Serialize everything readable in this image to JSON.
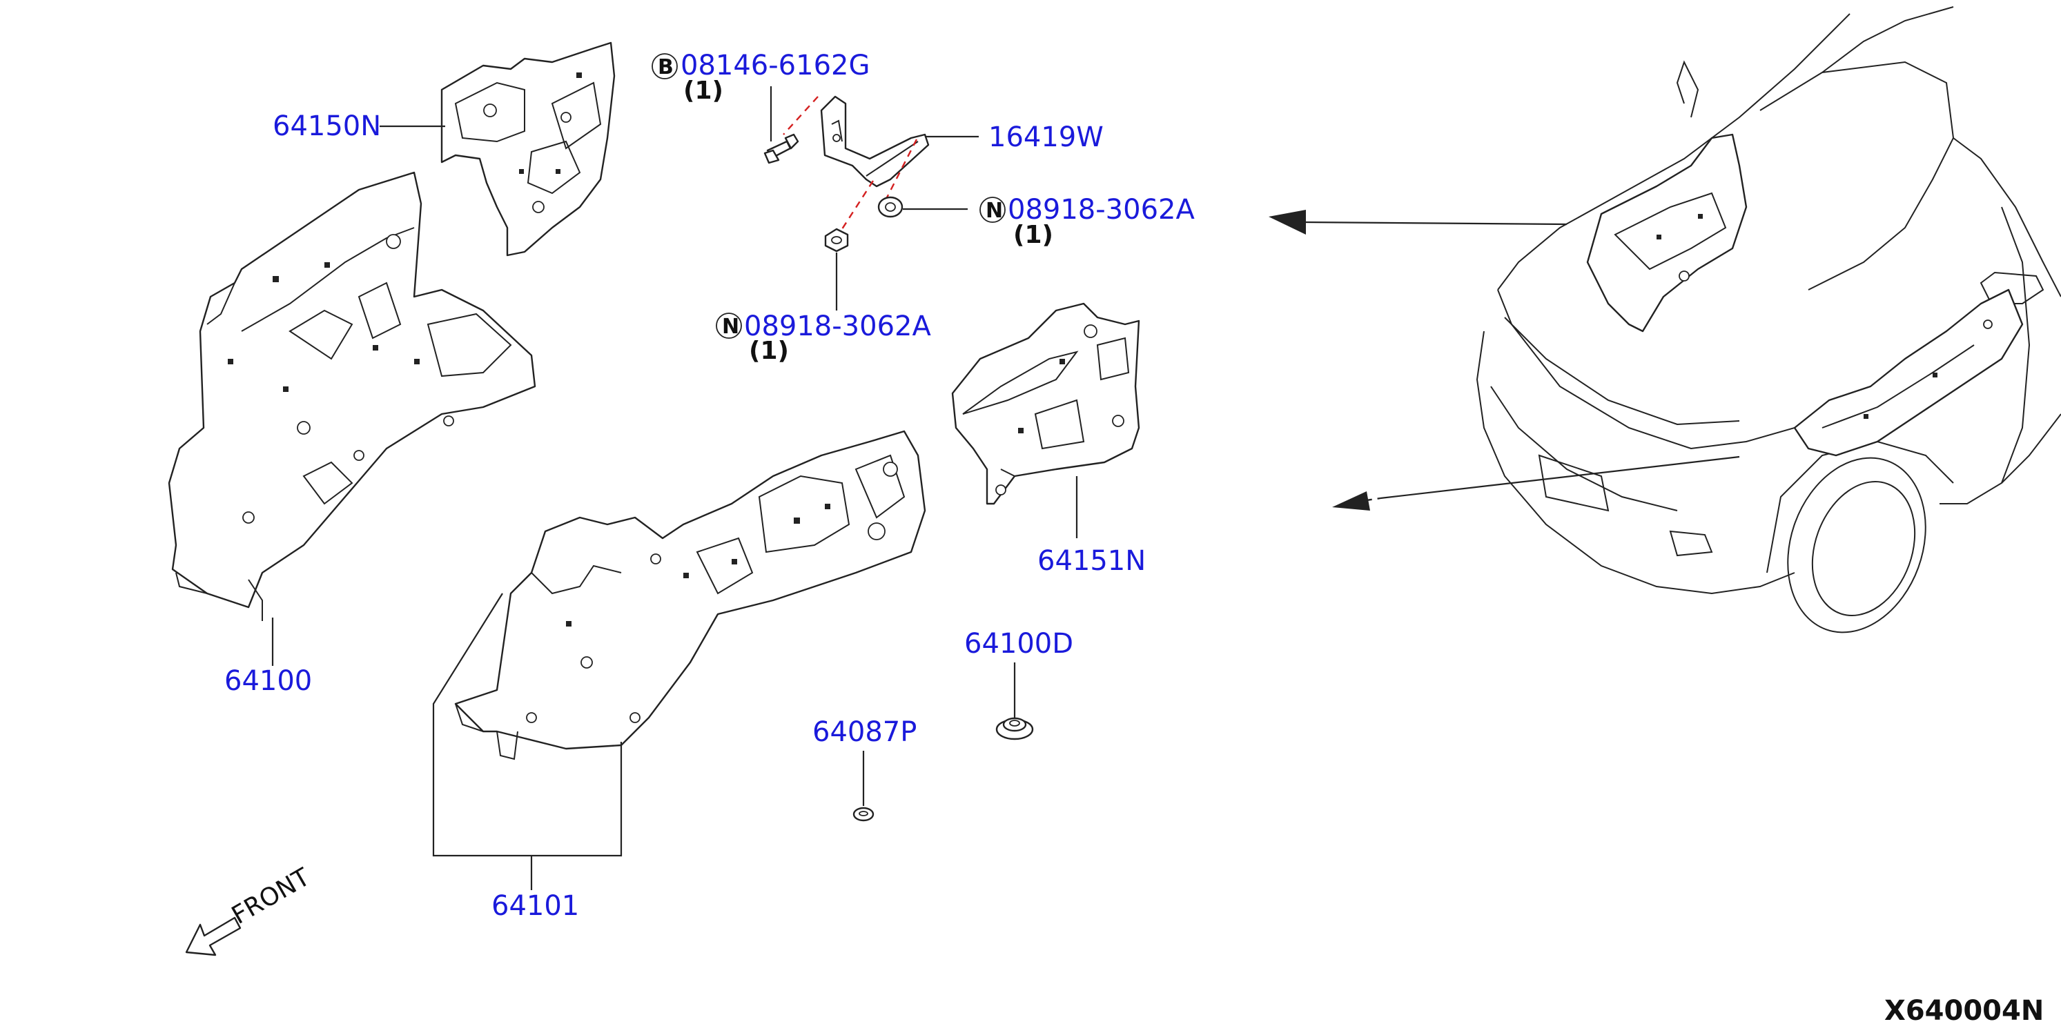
{
  "diagram_code": "X640004N",
  "front_label": "FRONT",
  "colors": {
    "part_label": "#1a1adb",
    "line": "#222222",
    "dashed": "#d42020",
    "background": "#ffffff"
  },
  "callouts": {
    "p64150N": {
      "part": "64150N"
    },
    "p64100": {
      "part": "64100"
    },
    "p64101": {
      "part": "64101"
    },
    "p16419W": {
      "part": "16419W"
    },
    "p64151N": {
      "part": "64151N"
    },
    "p64100D": {
      "part": "64100D"
    },
    "p64087P": {
      "part": "64087P"
    },
    "bolt": {
      "badge": "B",
      "part": "08146-6162G",
      "qty": "(1)"
    },
    "nut_upper": {
      "badge": "N",
      "part": "08918-3062A",
      "qty": "(1)"
    },
    "nut_lower": {
      "badge": "N",
      "part": "08918-3062A",
      "qty": "(1)"
    }
  }
}
